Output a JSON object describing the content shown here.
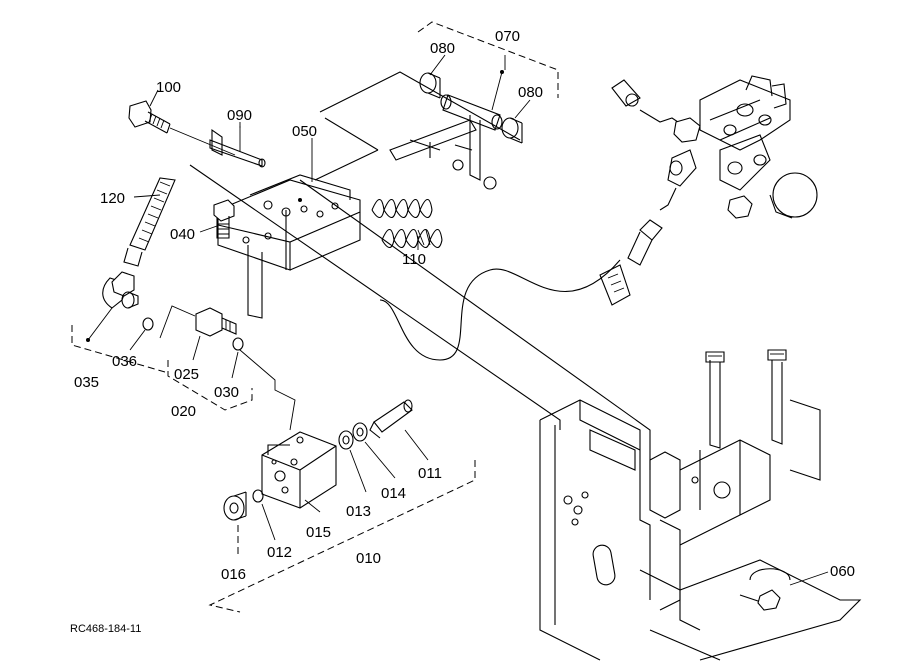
{
  "diagram": {
    "reference_code": "RC468-184-11",
    "part_numbers": [
      "100",
      "090",
      "050",
      "080",
      "070",
      "080",
      "120",
      "040",
      "110",
      "036",
      "035",
      "025",
      "030",
      "020",
      "011",
      "013",
      "014",
      "015",
      "012",
      "016",
      "010",
      "060"
    ]
  }
}
